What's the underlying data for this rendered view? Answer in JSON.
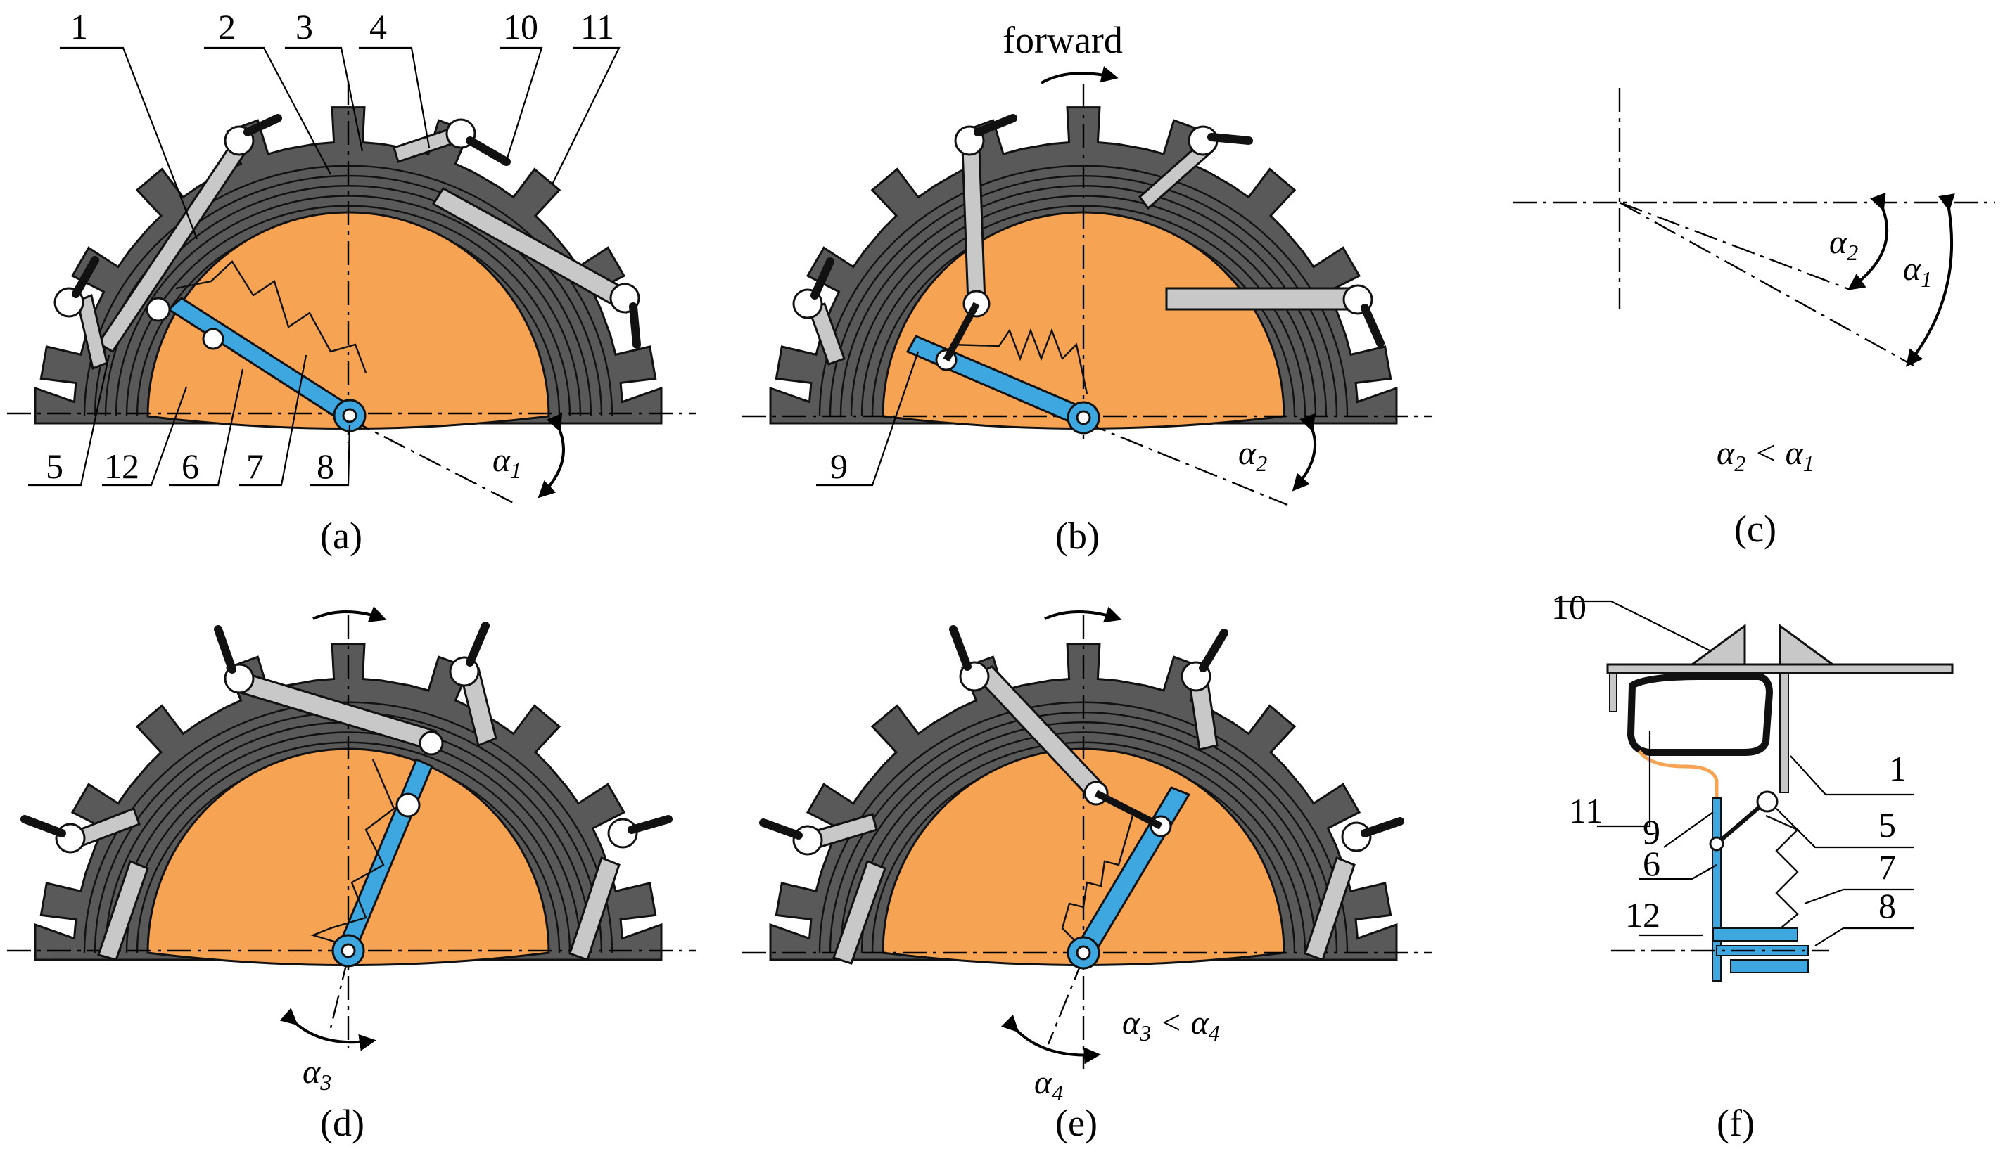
{
  "panels": {
    "a": {
      "caption": "(a)",
      "labels": [
        "1",
        "2",
        "3",
        "4",
        "10",
        "11",
        "5",
        "12",
        "6",
        "7",
        "8"
      ],
      "angle": "α",
      "angle_sub": "1"
    },
    "b": {
      "caption": "(b)",
      "direction": "forward",
      "labels": [
        "9"
      ],
      "angle": "α",
      "angle_sub": "2"
    },
    "c": {
      "caption": "(c)",
      "angle_a": "α",
      "angle_a_sub": "2",
      "angle_b": "α",
      "angle_b_sub": "1",
      "relation": {
        "lhs": "α",
        "lhs_sub": "2",
        "op": " < ",
        "rhs": "α",
        "rhs_sub": "1"
      }
    },
    "d": {
      "caption": "(d)",
      "angle": "α",
      "angle_sub": "3"
    },
    "e": {
      "caption": "(e)",
      "angle": "α",
      "angle_sub": "4",
      "relation": {
        "lhs": "α",
        "lhs_sub": "3",
        "op": " < ",
        "rhs": "α",
        "rhs_sub": "4"
      }
    },
    "f": {
      "caption": "(f)",
      "labels": [
        "10",
        "1",
        "11",
        "9",
        "5",
        "6",
        "7",
        "12",
        "8"
      ]
    }
  },
  "colors": {
    "wheel": "#595959",
    "hub": "#f7a354",
    "lever": "#c8c8c8",
    "slider": "#3ea7e0"
  }
}
